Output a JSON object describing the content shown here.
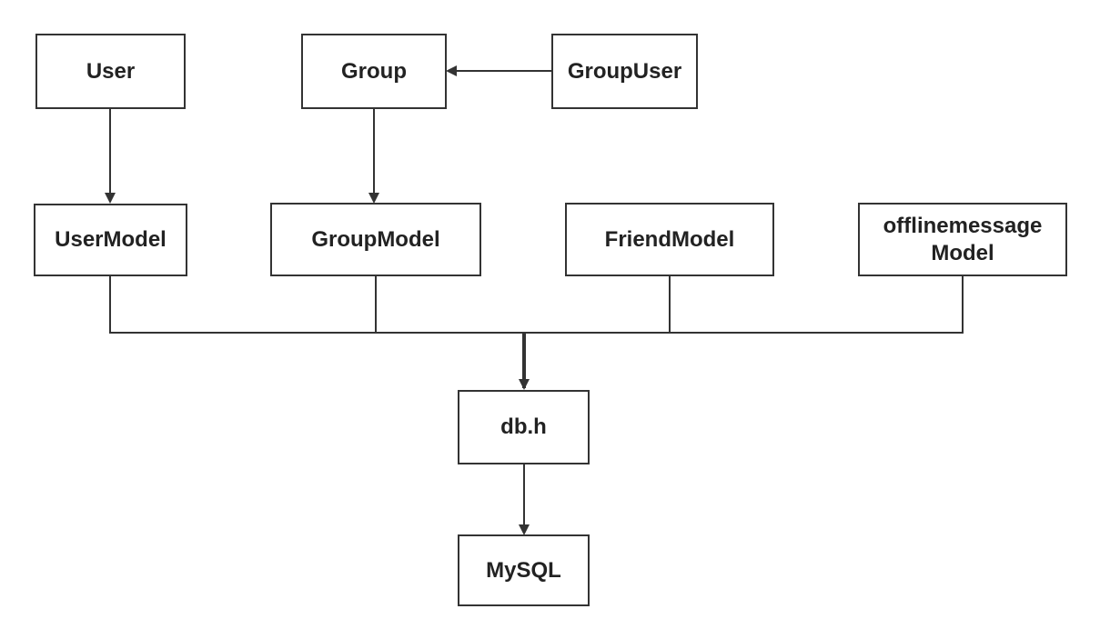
{
  "colors": {
    "stroke": "#333333",
    "text": "#222222",
    "background": "#ffffff"
  },
  "nodes": {
    "user": {
      "label": "User"
    },
    "group": {
      "label": "Group"
    },
    "group_user": {
      "label": "GroupUser"
    },
    "user_model": {
      "label": "UserModel"
    },
    "group_model": {
      "label": "GroupModel"
    },
    "friend_model": {
      "label": "FriendModel"
    },
    "offline_message_model": {
      "label_line1": "offlinemessage",
      "label_line2": "Model"
    },
    "db_h": {
      "label": "db.h"
    },
    "mysql": {
      "label": "MySQL"
    }
  }
}
